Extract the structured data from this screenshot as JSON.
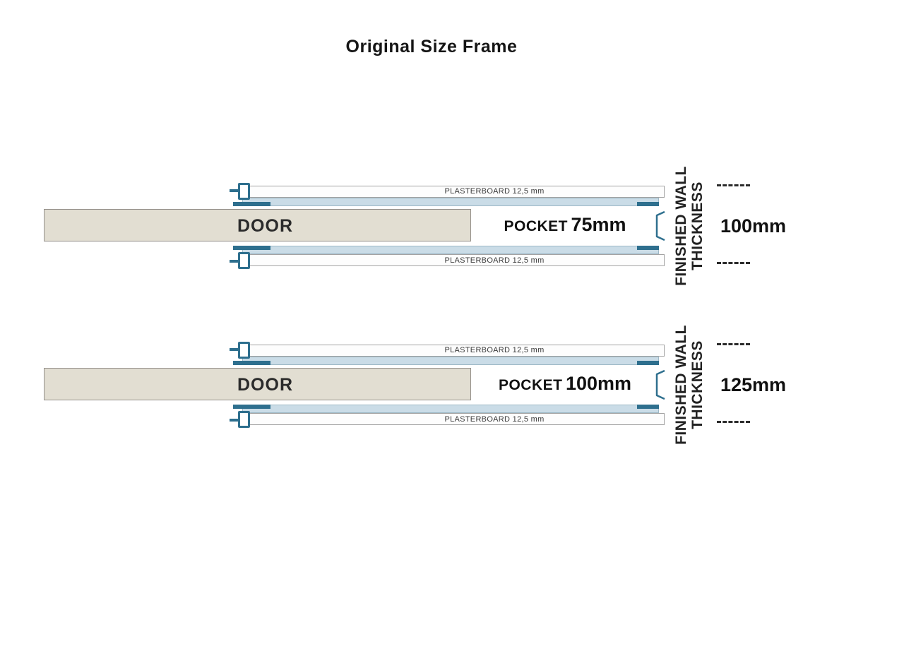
{
  "title": "Original Size Frame",
  "diagrams": [
    {
      "door": "DOOR",
      "plasterboard_top": "PLASTERBOARD 12,5 mm",
      "plasterboard_bottom": "PLASTERBOARD 12,5 mm",
      "pocket_word": "POCKET",
      "pocket_size": "75mm",
      "finished_wall_line1": "FINISHED WALL",
      "finished_wall_line2": "THICKNESS",
      "thickness": "100mm"
    },
    {
      "door": "DOOR",
      "plasterboard_top": "PLASTERBOARD 12,5 mm",
      "plasterboard_bottom": "PLASTERBOARD 12,5 mm",
      "pocket_word": "POCKET",
      "pocket_size": "100mm",
      "finished_wall_line1": "FINISHED WALL",
      "finished_wall_line2": "THICKNESS",
      "thickness": "125mm"
    }
  ],
  "colors": {
    "track_blue_light": "#cadce7",
    "track_blue_dark": "#2e6f8e",
    "door_fill": "#e2ded2",
    "plasterboard_fill": "#fdfdfd"
  }
}
